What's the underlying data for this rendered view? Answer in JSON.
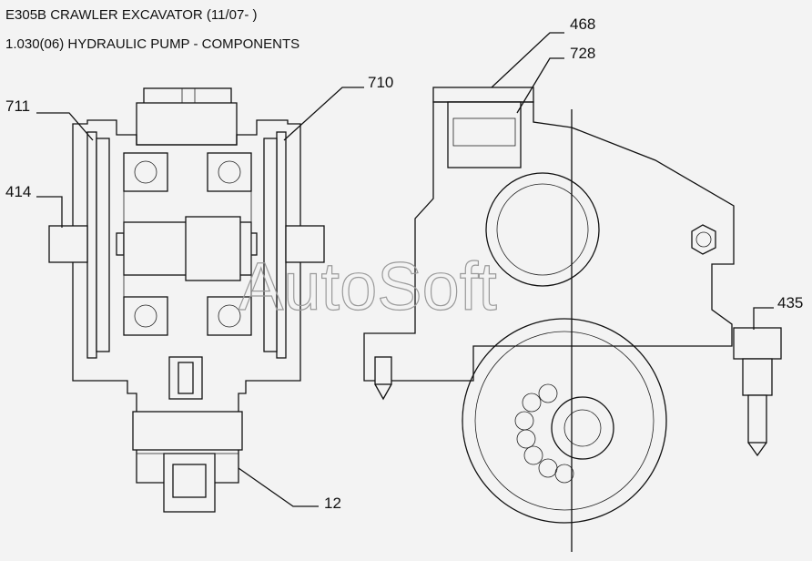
{
  "header": {
    "title": "E305B CRAWLER EXCAVATOR (11/07- )",
    "subtitle": "1.030(06) HYDRAULIC PUMP - COMPONENTS"
  },
  "callouts": {
    "c711": "711",
    "c414": "414",
    "c710": "710",
    "c468": "468",
    "c728": "728",
    "c435": "435",
    "c12": "12"
  },
  "watermark": "AutoSoft"
}
